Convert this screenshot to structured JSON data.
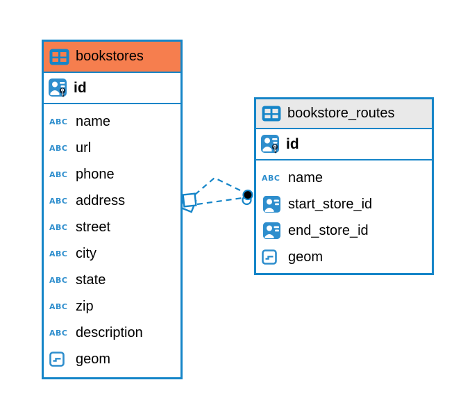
{
  "colors": {
    "accent_blue": "#1585c8",
    "icon_blue": "#2e8ecd",
    "header_orange": "#f67e4e",
    "header_gray": "#e9e9e9",
    "text": "#000000",
    "relation_dot": "#000000"
  },
  "icons": {
    "text_type_label": "ABC"
  },
  "tables": [
    {
      "name": "bookstores",
      "header_style": "orange",
      "primary_key": {
        "name": "id"
      },
      "columns": [
        {
          "name": "name",
          "type": "text"
        },
        {
          "name": "url",
          "type": "text"
        },
        {
          "name": "phone",
          "type": "text"
        },
        {
          "name": "address",
          "type": "text"
        },
        {
          "name": "street",
          "type": "text"
        },
        {
          "name": "city",
          "type": "text"
        },
        {
          "name": "state",
          "type": "text"
        },
        {
          "name": "zip",
          "type": "text"
        },
        {
          "name": "description",
          "type": "text"
        },
        {
          "name": "geom",
          "type": "geometry"
        }
      ]
    },
    {
      "name": "bookstore_routes",
      "header_style": "gray",
      "primary_key": {
        "name": "id"
      },
      "columns": [
        {
          "name": "name",
          "type": "text"
        },
        {
          "name": "start_store_id",
          "type": "reference"
        },
        {
          "name": "end_store_id",
          "type": "reference"
        },
        {
          "name": "geom",
          "type": "geometry"
        }
      ]
    }
  ],
  "relations": {
    "between": [
      "bookstores",
      "bookstore_routes"
    ],
    "count": 2,
    "line_style": "dashed"
  }
}
